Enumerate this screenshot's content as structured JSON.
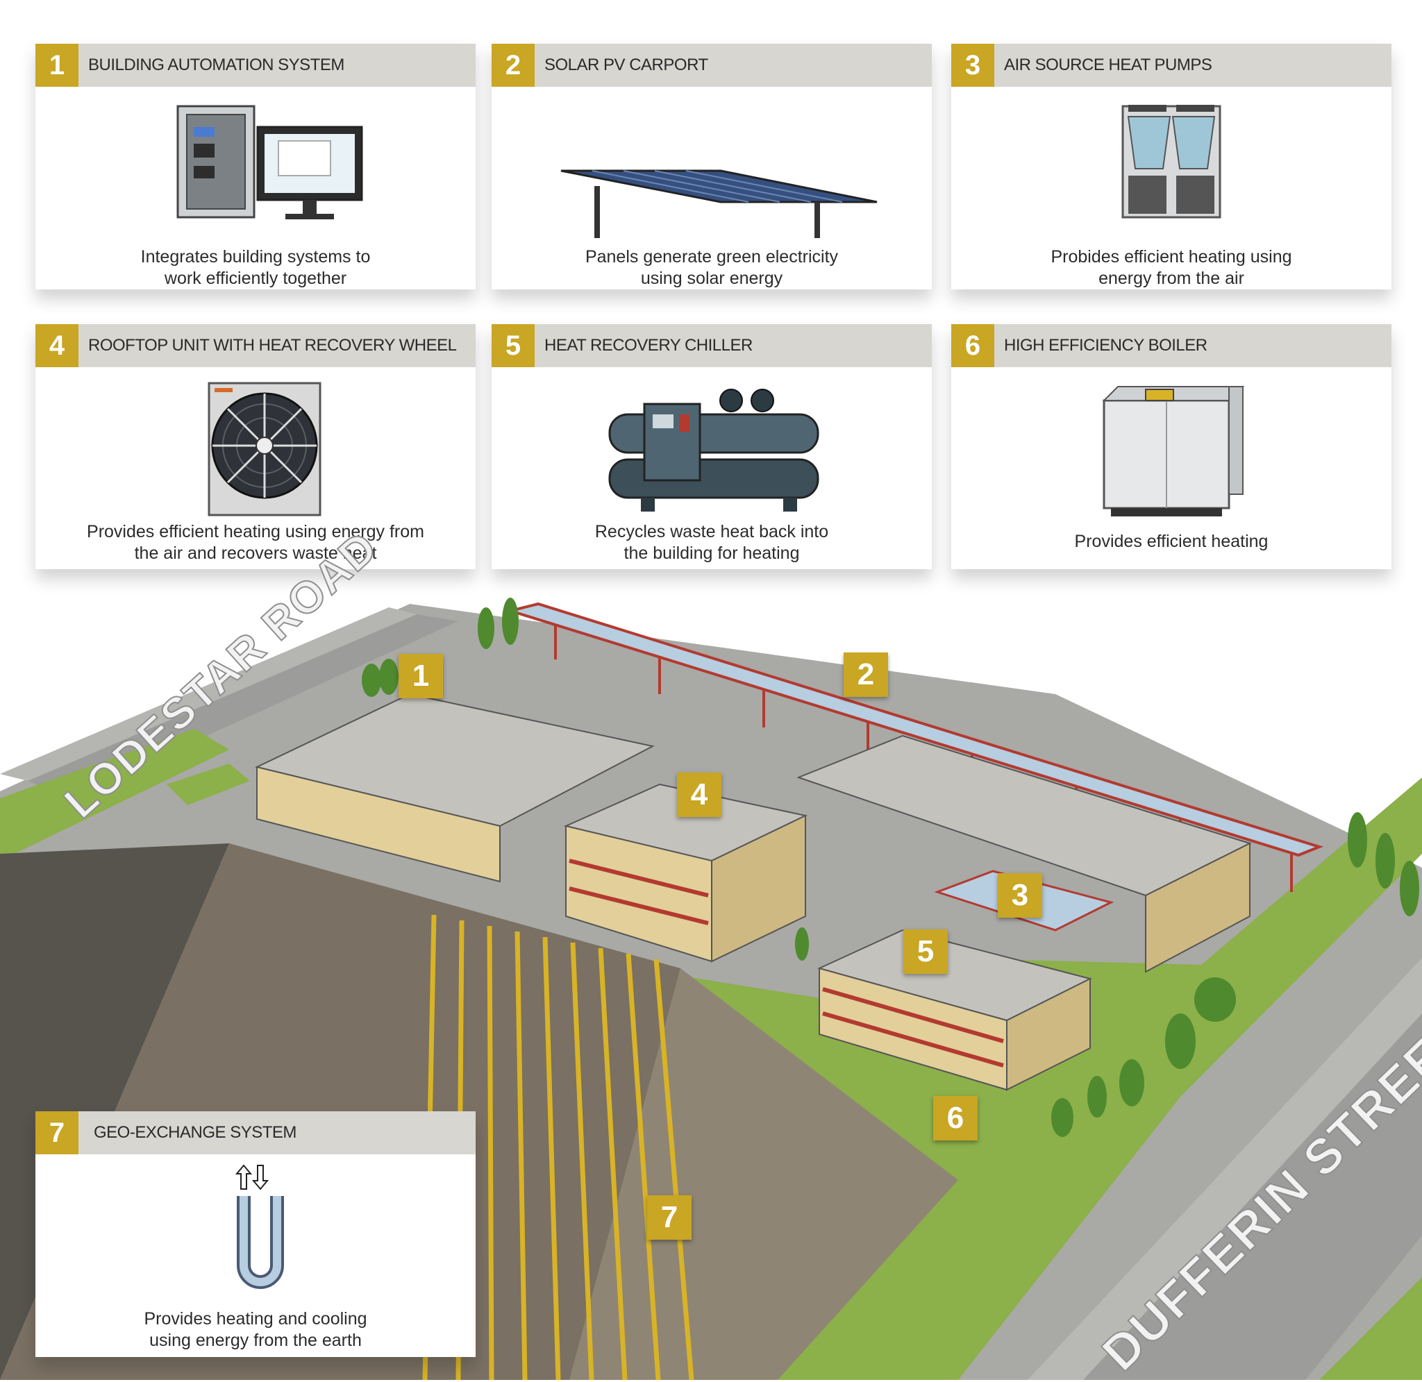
{
  "colors": {
    "badge": "#c9a623",
    "card_header": "#d8d6d1",
    "grass": "#8cb04a",
    "road": "#9b9b99",
    "roof": "#c4c2bd",
    "wall": "#e2cf9a",
    "accent_red": "#b33a30",
    "earth_dark": "#4d4a45",
    "earth_light": "#8a8071",
    "pipe": "#d8b326",
    "glass": "#b7cde0"
  },
  "cards": [
    {
      "num": "1",
      "title": "BUILDING AUTOMATION SYSTEM",
      "desc_lines": [
        "Integrates building systems to",
        "work efficiently together"
      ],
      "icon": "control-panel-monitor-icon"
    },
    {
      "num": "2",
      "title": "SOLAR PV CARPORT",
      "desc_lines": [
        "Panels generate green electricity",
        "using solar energy"
      ],
      "icon": "solar-carport-icon"
    },
    {
      "num": "3",
      "title": "AIR SOURCE HEAT PUMPS",
      "desc_lines": [
        "Probides efficient heating using",
        "energy from the air"
      ],
      "icon": "heat-pump-icon"
    },
    {
      "num": "4",
      "title": "ROOFTOP UNIT WITH HEAT RECOVERY WHEEL",
      "desc_lines": [
        "Provides efficient heating using energy from",
        "the air and recovers waste heat"
      ],
      "icon": "heat-recovery-wheel-icon"
    },
    {
      "num": "5",
      "title": "HEAT RECOVERY CHILLER",
      "desc_lines": [
        "Recycles waste heat back into",
        "the building for heating"
      ],
      "icon": "chiller-icon"
    },
    {
      "num": "6",
      "title": "HIGH EFFICIENCY BOILER",
      "desc_lines": [
        "Provides efficient heating"
      ],
      "icon": "boiler-icon"
    },
    {
      "num": "7",
      "title": "GEO-EXCHANGE SYSTEM",
      "desc_lines": [
        "Provides heating and cooling",
        "using energy from the earth"
      ],
      "icon": "u-pipe-loop-icon"
    }
  ],
  "map": {
    "badges": [
      "1",
      "2",
      "3",
      "4",
      "5",
      "6",
      "7"
    ],
    "roads": [
      "LODESTAR ROAD",
      "DUFFERIN STREET"
    ]
  }
}
